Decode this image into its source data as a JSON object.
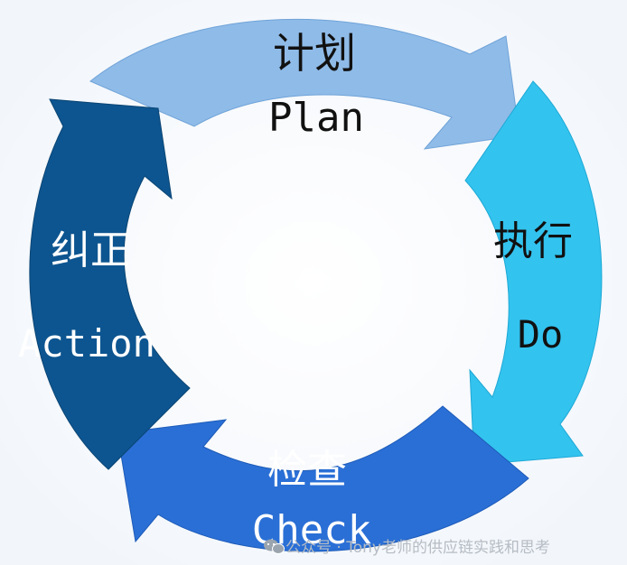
{
  "segments": [
    {
      "id": "plan",
      "cn": "计划",
      "en": "Plan",
      "color": "#8fbbe8"
    },
    {
      "id": "do",
      "cn": "执行",
      "en": "Do",
      "color": "#33c3ef"
    },
    {
      "id": "check",
      "cn": "检查",
      "en": "Check",
      "color": "#2a6fd6"
    },
    {
      "id": "action",
      "cn": "纠正",
      "en": "Action",
      "color": "#0d5590"
    }
  ],
  "watermark": {
    "text": "公众号 · Tony老师的供应链实践和思考",
    "icon": "wechat-icon"
  }
}
